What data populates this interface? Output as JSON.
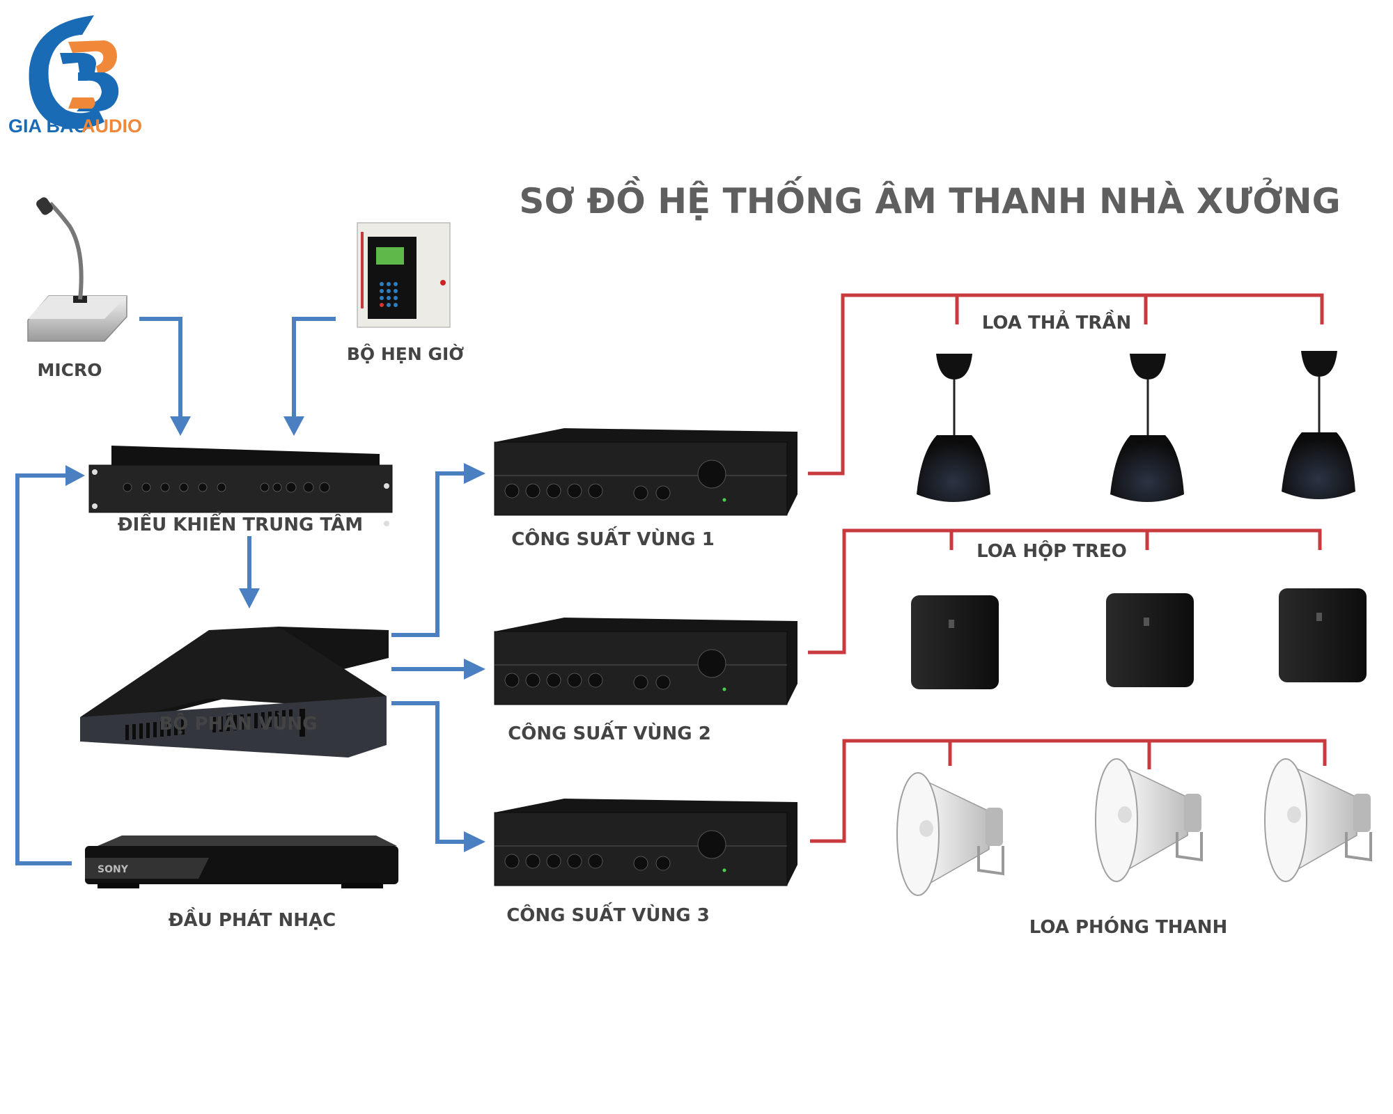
{
  "logo": {
    "brand_primary": "GIA BẢO",
    "brand_secondary": "AUDIO",
    "colors": {
      "blue": "#1a6bb5",
      "orange": "#f0883a"
    }
  },
  "title": "SƠ ĐỒ HỆ THỐNG ÂM THANH NHÀ XƯỞNG",
  "colors": {
    "signal_line": "#4a7fc1",
    "speaker_line": "#c83a3e",
    "label": "#444444",
    "title": "#5f5f5f"
  },
  "sources": {
    "micro": {
      "label": "MICRO",
      "icon": "microphone-icon"
    },
    "timer": {
      "label": "BỘ HẸN GIỜ",
      "icon": "timer-controller-icon"
    },
    "music_player": {
      "label": "ĐẦU PHÁT NHẠC",
      "icon": "dvd-player-icon",
      "brand": "SONY"
    }
  },
  "processing": {
    "central_control": {
      "label": "ĐIỀU KHIỂN TRUNG TÂM",
      "icon": "mixer-rack-icon"
    },
    "zone_selector": {
      "label": "BỘ PHÂN VÙNG",
      "icon": "zone-selector-icon"
    }
  },
  "amplifiers": [
    {
      "label": "CÔNG SUẤT VÙNG 1",
      "icon": "amplifier-icon"
    },
    {
      "label": "CÔNG SUẤT VÙNG 2",
      "icon": "amplifier-icon"
    },
    {
      "label": "CÔNG SUẤT VÙNG 3",
      "icon": "amplifier-icon"
    }
  ],
  "speaker_groups": [
    {
      "label": "LOA THẢ TRẦN",
      "type": "pendant-speaker-icon",
      "count": 3
    },
    {
      "label": "LOA HỘP TREO",
      "type": "box-speaker-icon",
      "count": 3
    },
    {
      "label": "LOA PHÓNG THANH",
      "type": "horn-speaker-icon",
      "count": 3
    }
  ]
}
